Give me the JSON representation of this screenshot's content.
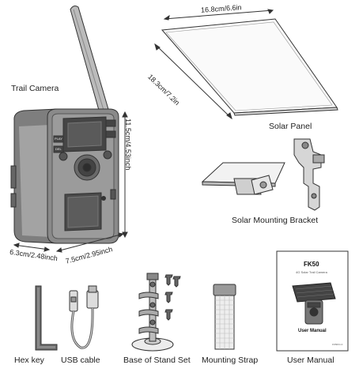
{
  "labels": {
    "trail_camera": "Trail Camera",
    "solar_panel": "Solar Panel",
    "solar_mounting_bracket": "Solar Mounting Bracket",
    "hex_key": "Hex key",
    "usb_cable": "USB cable",
    "base_of_stand_set": "Base of Stand Set",
    "mounting_strap": "Mounting Strap",
    "user_manual": "User Manual"
  },
  "dimensions": {
    "panel_width": "16.8cm/6.6in",
    "panel_height": "18.3cm/7.2in",
    "camera_height": "11.5cm/4.53inch",
    "camera_depth": "6.3cm/2.48inch",
    "camera_width": "7.5cm/2.95inch"
  },
  "camera_buttons": {
    "top": "PLAY",
    "bottom": "DEL"
  },
  "manual": {
    "model": "FK50",
    "subtitle": "4G Solar Trail Camera",
    "title": "User Manual",
    "code": "FK50V1.0"
  }
}
